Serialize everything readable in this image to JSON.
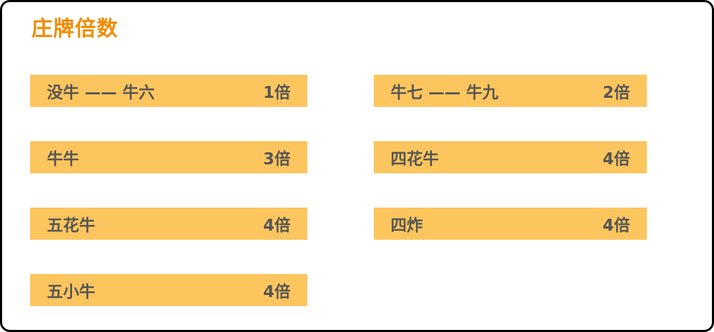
{
  "panel": {
    "title": "庄牌倍数",
    "left_rows": [
      {
        "hand": "没牛 —— 牛六",
        "multiplier": "1倍"
      },
      {
        "hand": "牛牛",
        "multiplier": "3倍"
      },
      {
        "hand": "五花牛",
        "multiplier": "4倍"
      },
      {
        "hand": "五小牛",
        "multiplier": "4倍"
      }
    ],
    "right_rows": [
      {
        "hand": "牛七 —— 牛九",
        "multiplier": "2倍"
      },
      {
        "hand": "四花牛",
        "multiplier": "4倍"
      },
      {
        "hand": "四炸",
        "multiplier": "4倍"
      }
    ]
  },
  "colors": {
    "title": "#F08C00",
    "bar_background": "#FCC55E",
    "bar_text": "#555555",
    "page_background": "#FFFFFF",
    "border": "#000000"
  }
}
